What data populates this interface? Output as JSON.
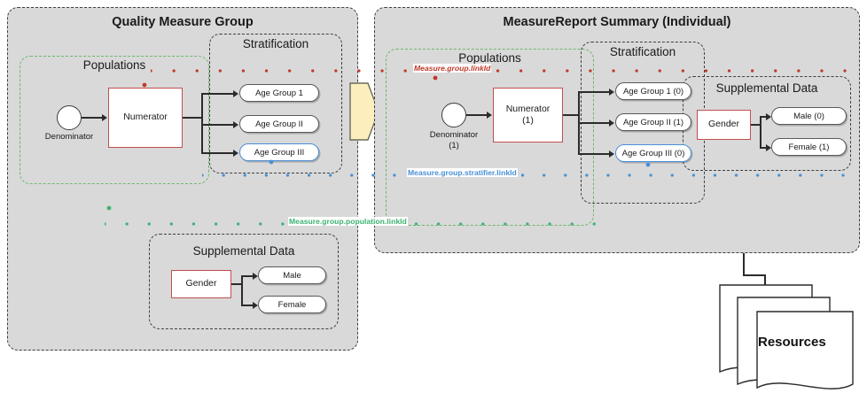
{
  "diagram": {
    "title_left": "Quality Measure Group",
    "title_right": "MeasureReport Summary (Individual)",
    "colors": {
      "panel_fill": "#d9d9d9",
      "panel_border": "#3f3f3f",
      "node_red": "#c0504d",
      "pill_blue": "#4a90d9",
      "green_dash": "#6cb86c",
      "arrow_fill": "#fdeebd",
      "link_red": "#c0392b",
      "link_blue": "#4a90d9",
      "link_green": "#3cb371"
    }
  },
  "left_panel": {
    "title": "Quality Measure Group",
    "populations": {
      "title": "Populations",
      "denominator_label": "Denominator",
      "numerator_label": "Numerator"
    },
    "stratification": {
      "title": "Stratification",
      "items": [
        {
          "label": "Age Group 1",
          "highlight": false
        },
        {
          "label": "Age Group II",
          "highlight": false
        },
        {
          "label": "Age Group III",
          "highlight": true
        }
      ]
    },
    "supplemental": {
      "title": "Supplemental Data",
      "source_label": "Gender",
      "items": [
        {
          "label": "Male"
        },
        {
          "label": "Female"
        }
      ]
    }
  },
  "right_panel": {
    "title": "MeasureReport Summary (Individual)",
    "populations": {
      "title": "Populations",
      "denominator_label": "Denominator",
      "denominator_count": "(1)",
      "numerator_label": "Numerator",
      "numerator_count": "(1)"
    },
    "stratification": {
      "title": "Stratification",
      "items": [
        {
          "label": "Age Group 1 (0)",
          "highlight": false
        },
        {
          "label": "Age Group II (1)",
          "highlight": false
        },
        {
          "label": "Age Group III (0)",
          "highlight": true
        }
      ]
    },
    "supplemental": {
      "title": "Supplemental Data",
      "source_label": "Gender",
      "items": [
        {
          "label": "Male (0)"
        },
        {
          "label": "Female (1)"
        }
      ]
    }
  },
  "link_tracks": {
    "group": "Measure.group.linkId",
    "stratifier": "Measure.group.stratifier.linkId",
    "population": "Measure.group.population.linkId"
  },
  "resources": {
    "label": "Resources"
  }
}
